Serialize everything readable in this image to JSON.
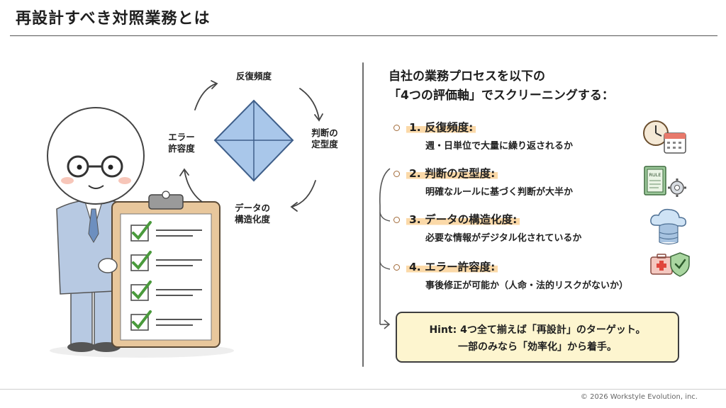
{
  "page": {
    "title": "再設計すべき対照業務とは",
    "footer": "© 2026 Workstyle Evolution, inc."
  },
  "diagram": {
    "axes": [
      {
        "label": "反復頻度"
      },
      {
        "label": "判断の\n定型度"
      },
      {
        "label": "データの\n構造化度"
      },
      {
        "label": "エラー\n許容度"
      }
    ]
  },
  "panel": {
    "intro_line1": "自社の業務プロセスを以下の",
    "intro_line2": "「4つの評価軸」でスクリーニングする：",
    "criteria": [
      {
        "heading": "1. 反復頻度:",
        "description": "週・日単位で大量に繰り返されるか",
        "icon": "clock-calendar-icon"
      },
      {
        "heading": "2. 判断の定型度:",
        "description": "明確なルールに基づく判断が大半か",
        "icon": "rulebook-gear-icon",
        "icon_text": "RULE"
      },
      {
        "heading": "3. データの構造化度:",
        "description": "必要な情報がデジタル化されているか",
        "icon": "cloud-database-icon"
      },
      {
        "heading": "4. エラー許容度:",
        "description": "事後修正が可能か（人命・法的リスクがないか）",
        "icon": "firstaid-shield-icon"
      }
    ],
    "hint_line1": "Hint: 4つ全て揃えば「再設計」のターゲット。",
    "hint_line2": "一部のみなら「効率化」から着手。"
  },
  "colors": {
    "highlight": "#fbd9a8",
    "hint_bg": "#fdf5cf",
    "diamond_fill": "#a9c7ea",
    "check_green": "#4a9a3c",
    "suit": "#b7c9e2"
  }
}
